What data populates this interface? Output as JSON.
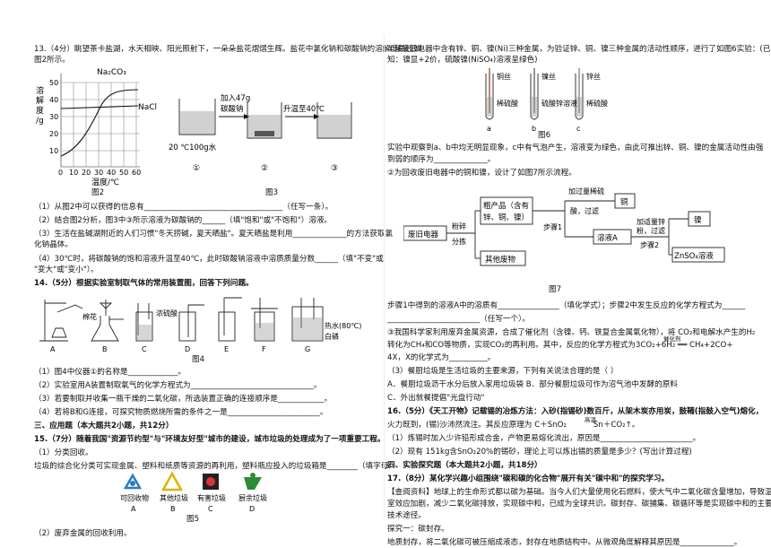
{
  "left": {
    "q13_intro": "13.（4分）眺望茶卡盐湖，水天相映、阳光照射下，一朵朵盐花熠熠生辉。盐花中氯化钠和碳酸钠的溶解度曲线如",
    "q13_intro2": "图2所示。",
    "fig2": {
      "series1": "Na₂CO₃",
      "series2": "NaCl",
      "ylabel_1": "溶",
      "ylabel_2": "解",
      "ylabel_3": "度",
      "ylabel_4": "/g",
      "yticks": [
        "50",
        "40",
        "30",
        "20",
        "10"
      ],
      "xticks": [
        "0",
        "10",
        "20",
        "30",
        "40",
        "50",
        "60"
      ],
      "xlabel": "温度/℃",
      "caption": "图2"
    },
    "fig3": {
      "step1": "加入47g",
      "step1b": "碳酸钠",
      "step2": "升温至40℃",
      "beaker1": "20 ℃100g水",
      "m1": "①",
      "m2": "②",
      "m3": "③",
      "caption": "图3"
    },
    "q13_1": "（1）从图2中可以获得的信息有",
    "q13_1b": "（任写一条）。",
    "q13_2": "（2）结合图2分析，图3中③所示溶液为碳酸钠的",
    "q13_2b": "（填\"饱和\"或\"不饱和\"）溶液。",
    "q13_3": "（3）生活在盐碱湖附近的人们习惯\"冬天捞碱，夏天晒盐\"。夏天晒盐是利用",
    "q13_3b": "的方法获取氯",
    "q13_3c": "化钠晶体。",
    "q13_4": "（4）30℃时，将碳酸钠的饱和溶液升温至40℃，此时碳酸钠溶液中溶质质量分数",
    "q13_4b": "（填\"不变\"或",
    "q13_4c": "\"变大\"或\"变小\"）。",
    "q14_intro": "14.（5分）根据实验室制取气体的常用装置图，回答下列问题。",
    "fig4": {
      "label_cotton": "棉花",
      "label_acid": "浓硫酸",
      "label_water": "热水(80℃)",
      "label_phos": "白磷",
      "letters": [
        "A",
        "B",
        "C",
        "D",
        "E",
        "F",
        "G"
      ],
      "caption": "图4"
    },
    "q14_1": "（1）图4中仪器①的名称是",
    "q14_1b": "。",
    "q14_2": "（2）实验室用A装置制取氧气的化学方程式为",
    "q14_2b": "。",
    "q14_3": "（3）若要制取并收集一瓶干燥的二氧化碳，所选装置正确的连接顺序是",
    "q14_3b": "。",
    "q14_4": "（4）若将B和G连接，可探究物质燃烧所需的条件之一是",
    "q14_4b": "。",
    "sec3": "三、应用题（本大题共2小题，共12分）",
    "q15_intro": "15.（7分）随着我国\"资源节约型\"与\"环境友好型\"城市的建设，城市垃圾的处理成为了一项重要工程。",
    "q15_1": "（1）分类回收。",
    "q15_2": "垃圾的综合化分类可实现金属、塑料和纸质等资源的再利用，塑料瓶应投入的垃圾箱是",
    "q15_2b": "（填字母）",
    "fig5": {
      "bins": [
        {
          "name": "可回收物",
          "letter": "A"
        },
        {
          "name": "其他垃圾",
          "letter": "B"
        },
        {
          "name": "有害垃圾",
          "letter": "C"
        },
        {
          "name": "厨余垃圾",
          "letter": "D"
        }
      ],
      "caption": "图5"
    },
    "q15_3": "（2）废弃金属的回收利用。"
  },
  "right": {
    "r1": "①某废旧电器中含有锌、铜、镍(Ni)三种金属，为验证锌、铜、镍三种金属的活动性顺序，进行了如图6实验：(已",
    "r2": "知：镍显+2价，硫酸镍(NiSO₄)溶液呈绿色)",
    "fig6": {
      "metals": [
        "铜丝",
        "镍丝",
        "锌丝"
      ],
      "solutions": [
        "稀硫酸",
        "硫酸锌溶液",
        "稀硫酸"
      ],
      "letters": [
        "a",
        "b",
        "c"
      ],
      "caption": "图6"
    },
    "r3": "实验中观察到a、b中均无明显现象，c中有气泡产生，溶液变为绿色，由此可推出锌、铜、镍的金属活动性由强",
    "r4": "到弱的顺序为",
    "r4b": "。",
    "r5": "②为回收废旧电器中的铜和镍，设计了如图7所示流程。",
    "fig7": {
      "box_start": "废旧电器",
      "arrow1a": "粉碎",
      "arrow1b": "分拣",
      "box_crude": "粗产品（含有",
      "box_crude2": "锌、铜、镍）",
      "box_waste": "其他废物",
      "arrow2a": "加过量稀硫",
      "arrow2b": "酸，过滤",
      "step1": "步骤1",
      "box_cu": "铜",
      "box_a": "溶液A",
      "arrow3a": "加适量锌",
      "arrow3b": "粉，过滤",
      "step2": "步骤2",
      "box_ni": "镍",
      "box_zn": "ZnSO₄溶液",
      "caption": "图7"
    },
    "r6": "步骤1中得到的溶液A中的溶质有",
    "r6b": "（填化学式）；步骤2中发生反应的化学方程式为",
    "r7": "（任写一个）。",
    "r8": "③我国科学家利用废弃金属资源，合成了催化剂（含镍、钙、铁复合金属氧化物），将 CO₂和电解水产生的H₂",
    "r8b": "催化剂",
    "r9": "转化为CH₄和CO等物质，实现CO₂的再利用。其中，反应的化学方程式为3CO₂+6H₂ ══ CH₄+2CO+",
    "r10": "4X，X的化学式为",
    "r10b": "。",
    "r11": "（3）餐厨垃圾是生活垃圾的主要来源，下列有关说法合理的是（     ）",
    "r12": "A．餐厨垃圾沥干水分后放入家用垃圾袋      B．部分餐厨垃圾可作为沼气池中发酵的原料",
    "r13": "C．外出就餐提倡\"光盘行动\"",
    "r14": "16.（5分）《天工开物》记载锡的冶炼方法：入砂(指锡砂)数百斤，从架木炭亦用炭，鼓鞴(指鼓入空气)熔化，",
    "r15": "火力既到，(锡)沙沛然流注。其反应原理为 C＋SnO₂",
    "r15b": "高温",
    "r15c": "Sn＋CO₂↑。",
    "r16": "（1）炼锡时加入少许铅形成合金，产物更易熔化流出，原因是",
    "r16b": "。",
    "r17": "（2）现有 151kg含SnO₂20%的锡砂，理论上可以炼出锡的质量是多少？(写出计算过程)",
    "sec4": "四、实验探究题（本大题共2小题，共18分）",
    "r18": "17.（8分）某化学兴趣小组围绕\"碳和碳的化合物\"展开有关\"碳中和\"的探究学习。",
    "r19": "【查阅资料】地球上的生命形式都以碳为基础。当今人们大量使用化石燃料，使大气中二氧化碳含量增加，导致温",
    "r20": "室效应加剧，减少二氧化碳排放，实现碳中和，已成为全球共识。碳封存、碳捕集、碳循环等是实现碳中和的主要",
    "r21": "技术途径。",
    "r22": "探究一：碳封存。",
    "r23": "地质封存，将二氧化碳可被压缩成液态，封存在地质结构中。从微观角度解释其原因是",
    "r23b": "。"
  }
}
